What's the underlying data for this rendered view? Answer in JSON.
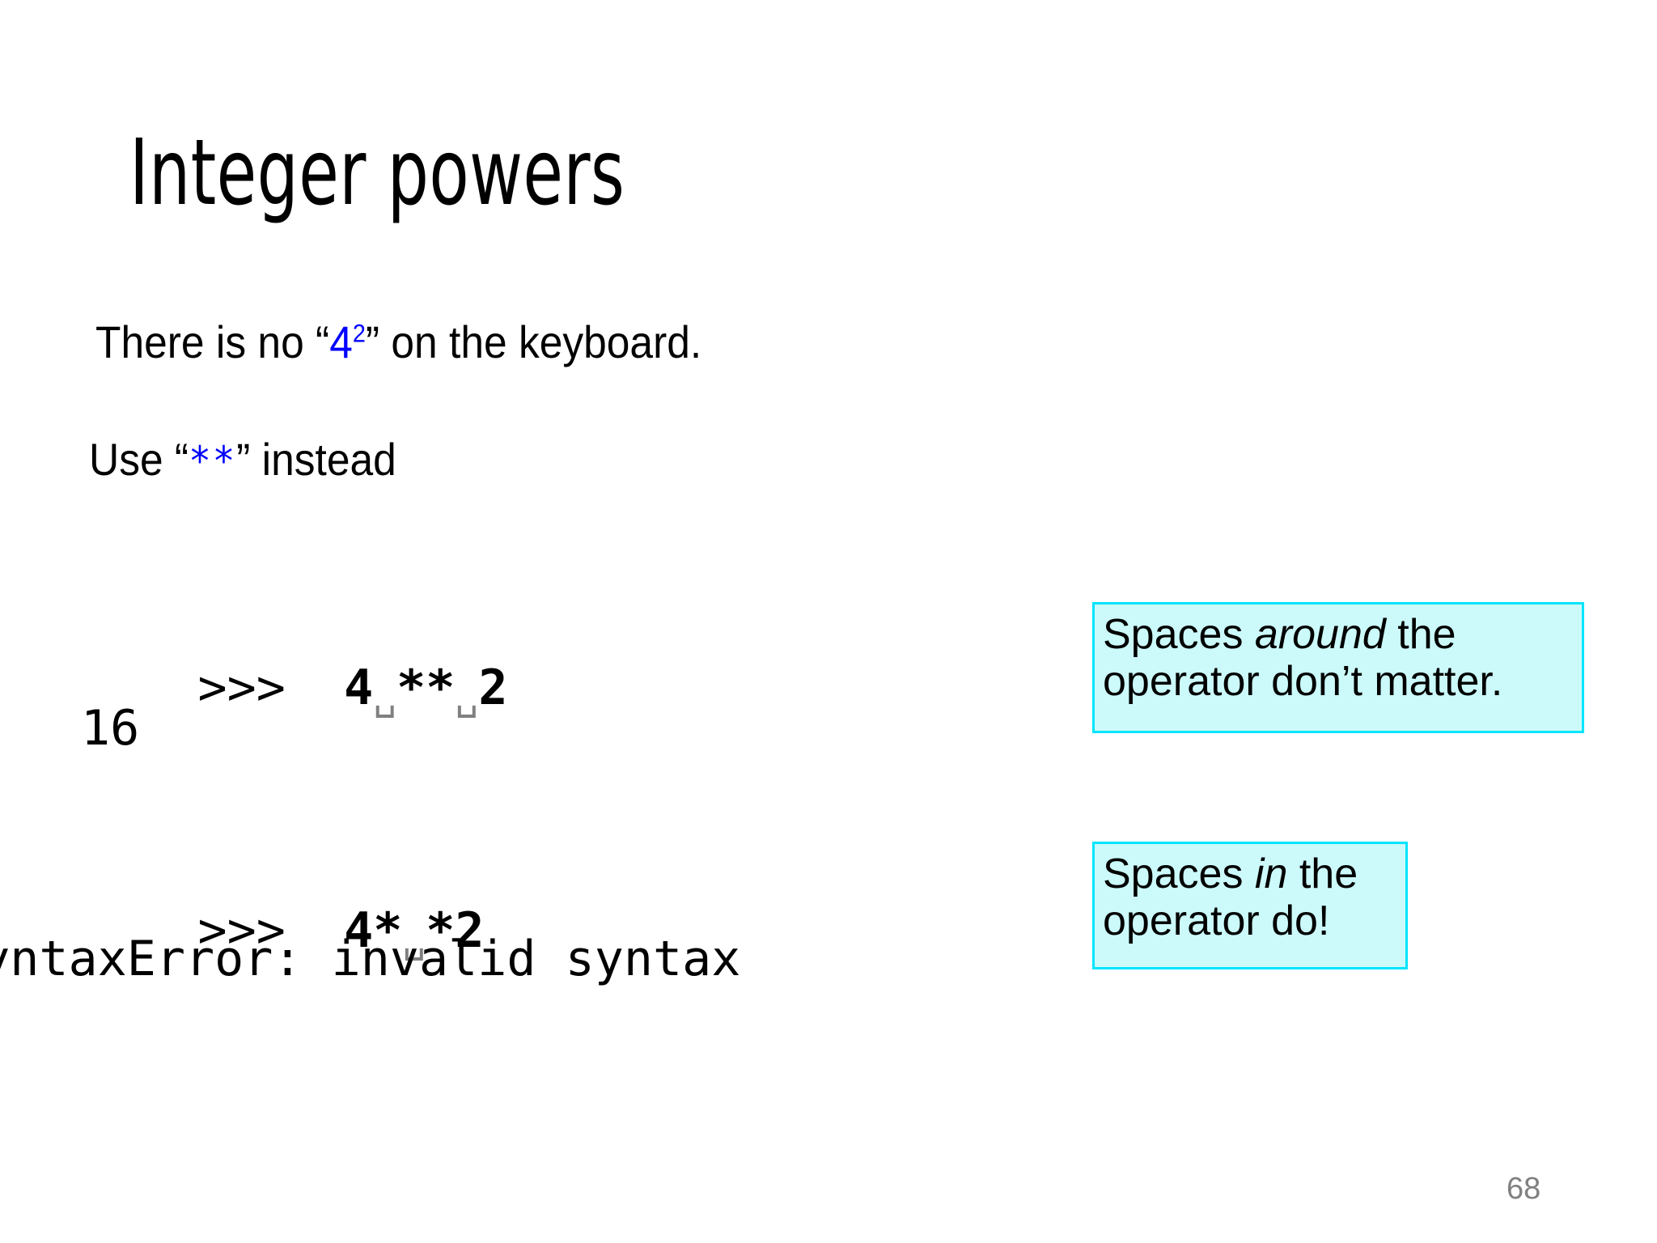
{
  "slide": {
    "title": "Integer powers",
    "page_number": "68",
    "background_color": "#FFFFFF",
    "accent_blue": "#0000FF",
    "callout_fill": "#CCFAFA",
    "callout_border": "#00E5FF",
    "space_marker_color": "#808080",
    "page_number_color": "#808080"
  },
  "prose": {
    "line1": {
      "before": "There is no “",
      "code_base": "4",
      "code_exponent": "2",
      "after": "” on the keyboard."
    },
    "line2": {
      "before": "Use “",
      "code": "**",
      "after": "” instead"
    }
  },
  "code_blocks": [
    {
      "prompt": ">>>",
      "expression_parts": [
        "4",
        "␣",
        "**",
        "␣",
        "2"
      ],
      "expression_plain": "4 ** 2",
      "output": "16",
      "output_is_error": false
    },
    {
      "prompt": ">>>",
      "expression_parts": [
        "4*",
        "␣",
        "*2"
      ],
      "expression_plain": "4* *2",
      "output": "SyntaxError: invalid syntax",
      "output_is_error": true,
      "output_clipped_left": true
    }
  ],
  "callouts": [
    {
      "id": "spaces-around",
      "before": "Spaces ",
      "emphasis": "around",
      "after": " the operator don’t matter."
    },
    {
      "id": "spaces-in",
      "before": "Spaces ",
      "emphasis": "in",
      "after": " the operator do!"
    }
  ]
}
